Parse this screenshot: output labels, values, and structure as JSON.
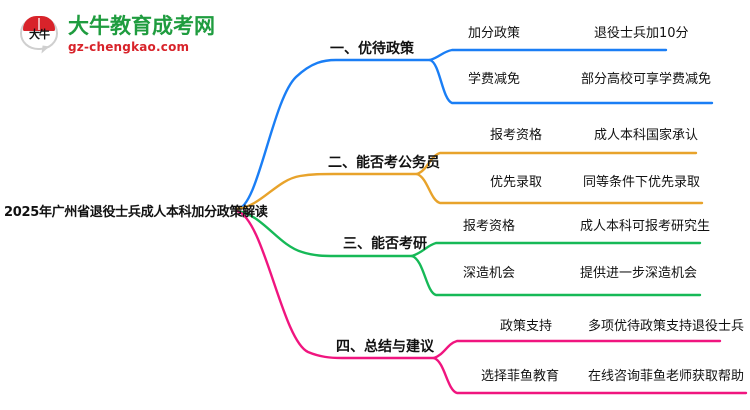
{
  "logo": {
    "mark_text": "大牛",
    "title": "大牛教育成考网",
    "subtitle": "gz-chengkao.com",
    "brand_green": "#1f9c3f",
    "brand_red": "#d8232a"
  },
  "mindmap": {
    "root": "2025年广州省退役士兵成人本科加分政策解读",
    "branches": [
      {
        "label": "一、优待政策",
        "color": "#1a7ef5",
        "children": [
          {
            "label": "加分政策",
            "detail": "退役士兵加10分"
          },
          {
            "label": "学费减免",
            "detail": "部分高校可享学费减免"
          }
        ]
      },
      {
        "label": "二、能否考公务员",
        "color": "#e8a32b",
        "children": [
          {
            "label": "报考资格",
            "detail": "成人本科国家承认"
          },
          {
            "label": "优先录取",
            "detail": "同等条件下优先录取"
          }
        ]
      },
      {
        "label": "三、能否考研",
        "color": "#16b957",
        "children": [
          {
            "label": "报考资格",
            "detail": "成人本科可报考研究生"
          },
          {
            "label": "深造机会",
            "detail": "提供进一步深造机会"
          }
        ]
      },
      {
        "label": "四、总结与建议",
        "color": "#f0157f",
        "children": [
          {
            "label": "政策支持",
            "detail": "多项优待政策支持退役士兵"
          },
          {
            "label": "选择菲鱼教育",
            "detail": "在线咨询菲鱼老师获取帮助"
          }
        ]
      }
    ]
  }
}
